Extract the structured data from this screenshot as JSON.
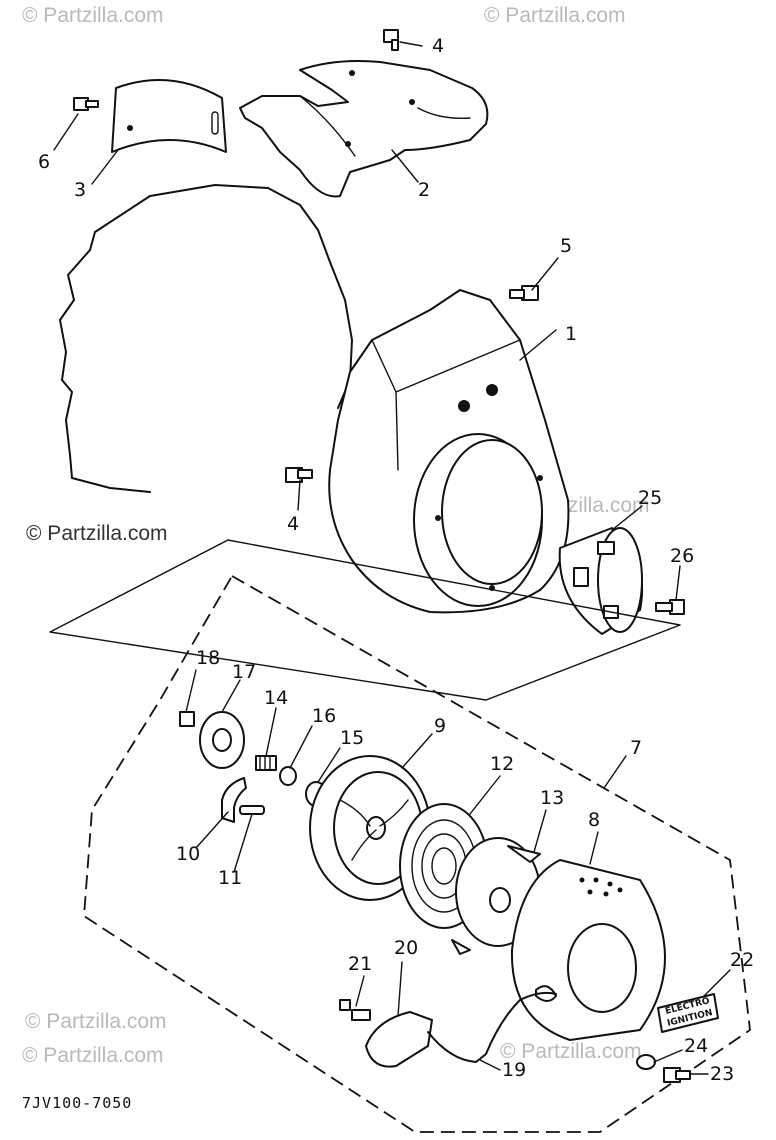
{
  "diagram": {
    "code": "7JV100-7050",
    "watermarks": {
      "main": "© Partzilla.com",
      "top_left": "© Partzilla.com",
      "top_right": "© Partzilla.com",
      "mid_right": "© Partzilla.com",
      "bottom_left": "© Partzilla.com",
      "bottom_mid": "© Partzilla.com",
      "bottom_right": "© Partzilla.com"
    },
    "decal_text": {
      "line1": "ELECTRO",
      "line2": "IGNITION"
    },
    "callouts": {
      "c1": "1",
      "c2": "2",
      "c3": "3",
      "c4a": "4",
      "c4b": "4",
      "c5": "5",
      "c6": "6",
      "c7": "7",
      "c8": "8",
      "c9": "9",
      "c10": "10",
      "c11": "11",
      "c12": "12",
      "c13": "13",
      "c14": "14",
      "c15": "15",
      "c16": "16",
      "c17": "17",
      "c18": "18",
      "c19": "19",
      "c20": "20",
      "c21": "21",
      "c22": "22",
      "c23": "23",
      "c24": "24",
      "c25": "25",
      "c26": "26"
    }
  }
}
